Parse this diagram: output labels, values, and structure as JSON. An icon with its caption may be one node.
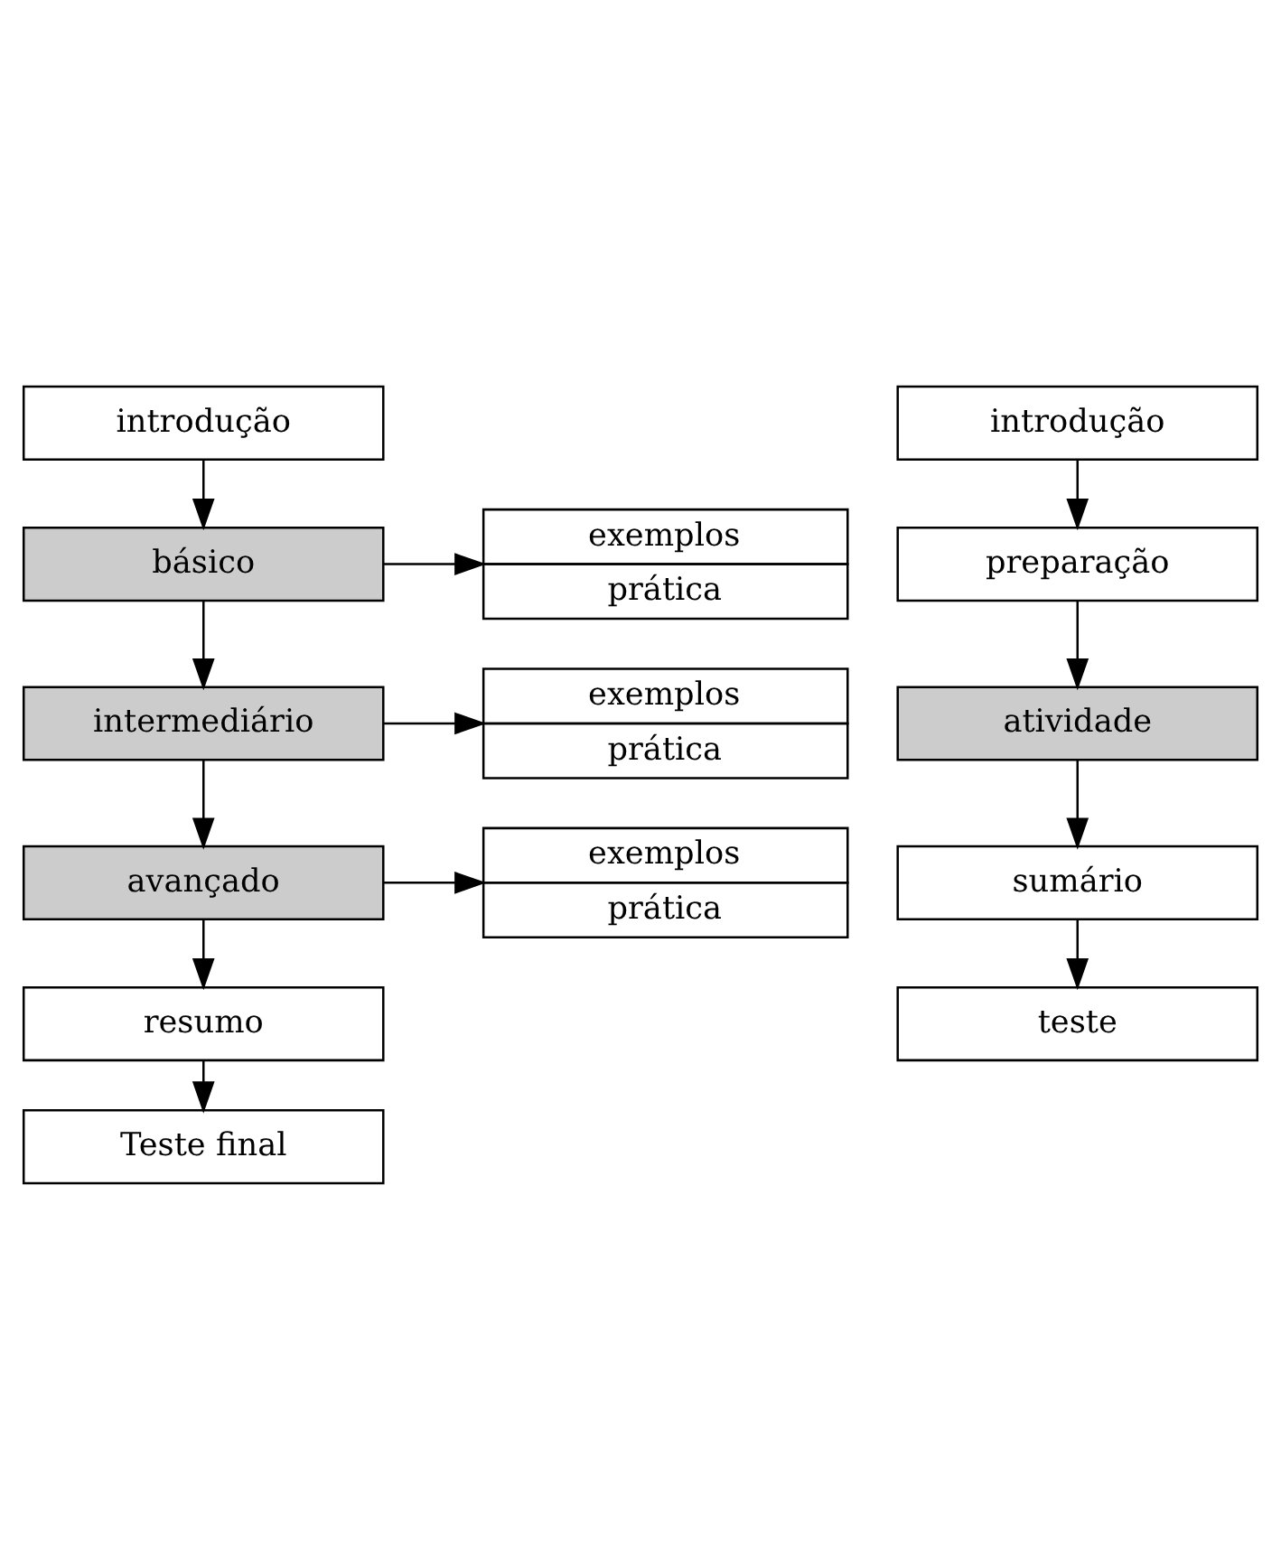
{
  "diagram": {
    "nodes": [
      {
        "text": [
          "introdução"
        ]
      },
      {
        "text": [
          "básico"
        ]
      },
      {
        "text": [
          "exemplos",
          "prática"
        ]
      },
      {
        "text": [
          "intermediário"
        ]
      },
      {
        "text": [
          "exemplos",
          "prática"
        ]
      },
      {
        "text": [
          "avançado"
        ]
      },
      {
        "text": [
          "exemplos",
          "prática"
        ]
      },
      {
        "text": [
          "resumo"
        ]
      },
      {
        "text": [
          "Teste final"
        ]
      },
      {
        "text": [
          "introdução"
        ]
      },
      {
        "text": [
          "preparação"
        ]
      },
      {
        "text": [
          "atividade"
        ]
      },
      {
        "text": [
          "sumário"
        ]
      },
      {
        "text": [
          "teste"
        ]
      }
    ],
    "edges": [
      {
        "from": 0,
        "to": 1,
        "arrow": "to"
      },
      {
        "from": 1,
        "to": 2,
        "arrow": "to"
      },
      {
        "from": 1,
        "to": 3,
        "arrow": "to"
      },
      {
        "from": 3,
        "to": 4,
        "arrow": "to"
      },
      {
        "from": 3,
        "to": 5,
        "arrow": "to"
      },
      {
        "from": 5,
        "to": 6,
        "arrow": "to"
      },
      {
        "from": 5,
        "to": 7,
        "arrow": "to"
      },
      {
        "from": 7,
        "to": 8,
        "arrow": "to"
      },
      {
        "from": 9,
        "to": 10,
        "arrow": "to"
      },
      {
        "from": 10,
        "to": 11,
        "arrow": "to"
      },
      {
        "from": 11,
        "to": 12,
        "arrow": "to"
      },
      {
        "from": 12,
        "to": 13,
        "arrow": "to"
      }
    ]
  }
}
